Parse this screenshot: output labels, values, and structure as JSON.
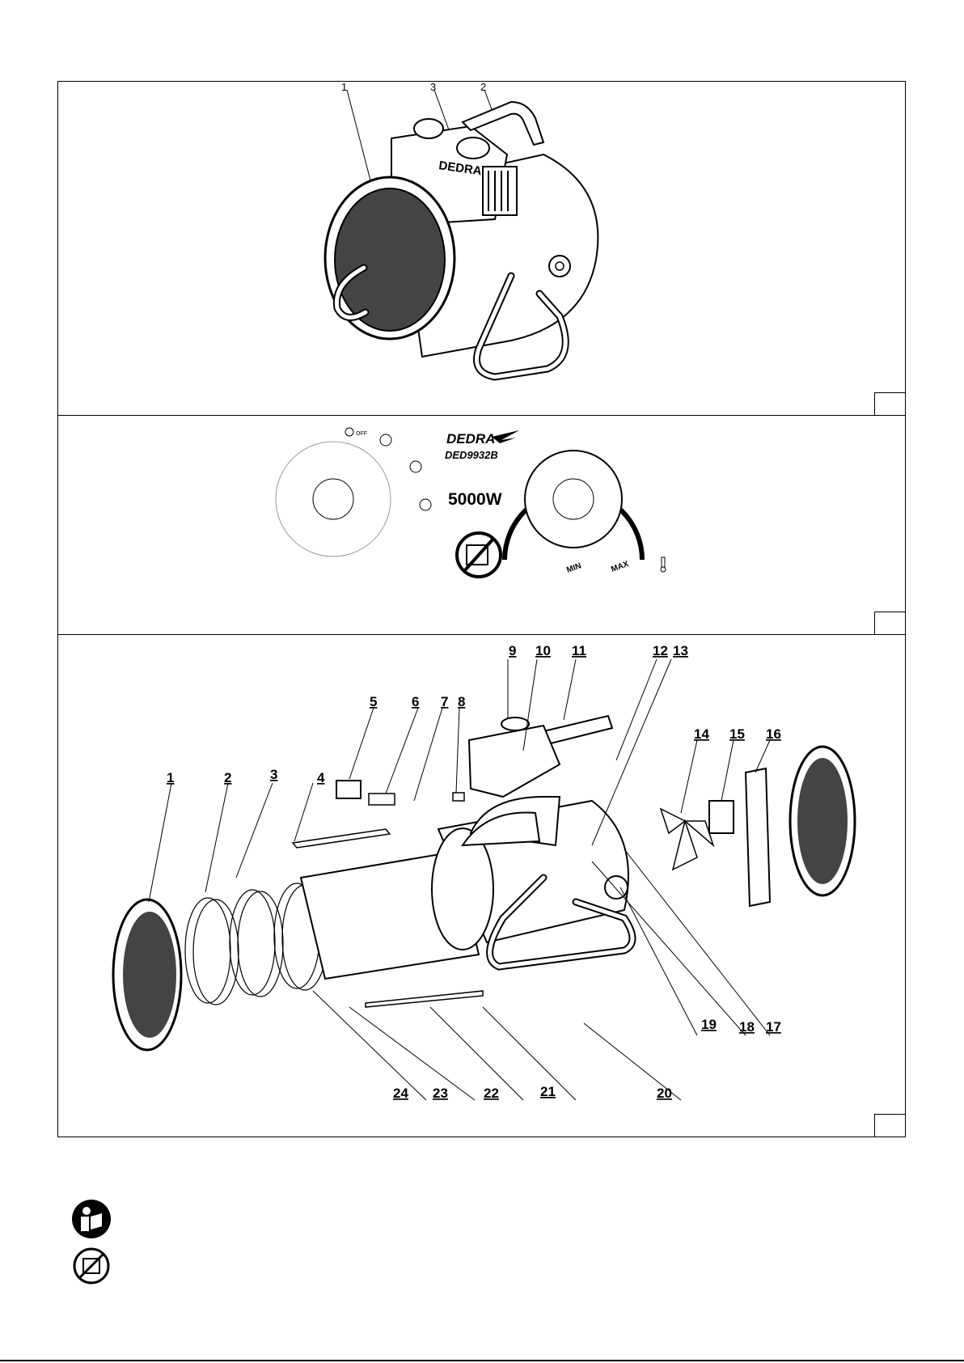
{
  "brand": "DEDRA",
  "model": "DED9932B",
  "power": "5000W",
  "top_callouts": [
    "1",
    "3",
    "2"
  ],
  "dial_left": {
    "off_label": "OFF"
  },
  "dial_right": {
    "min_label": "MIN",
    "max_label": "MAX"
  },
  "exploded_callouts": [
    "1",
    "2",
    "3",
    "4",
    "5",
    "6",
    "7",
    "8",
    "9",
    "10",
    "11",
    "12",
    "13",
    "14",
    "15",
    "16",
    "17",
    "18",
    "19",
    "20",
    "21",
    "22",
    "23",
    "24"
  ],
  "icons": [
    "read-manual-icon",
    "do-not-cover-icon"
  ]
}
